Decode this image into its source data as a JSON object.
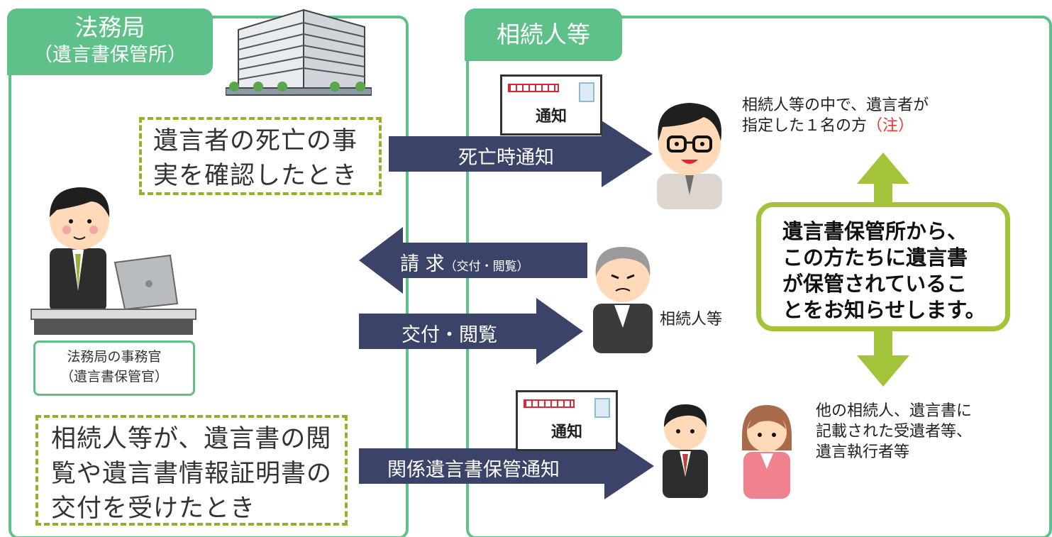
{
  "left_panel": {
    "title": "法務局",
    "subtitle": "（遺言書保管所）"
  },
  "right_panel": {
    "title": "相続人等"
  },
  "officer": {
    "caption_line1": "法務局の事務官",
    "caption_line2": "（遺言書保管官）"
  },
  "trigger_top": {
    "line1": "遺言者の死亡の事",
    "line2": "実を確認したとき"
  },
  "trigger_bottom": {
    "line1": "相続人等が、遺言書の閲",
    "line2": "覧や遺言書情報証明書の",
    "line3": "交付を受けたとき"
  },
  "arrows": {
    "death_notice": "死亡時通知",
    "request_main": "請 求",
    "request_sub": "（交付・閲覧）",
    "issue": "交付・閲覧",
    "related_notice": "関係遺言書保管通知"
  },
  "envelopes": {
    "top": "通知",
    "bottom": "通知"
  },
  "recipients": {
    "designated_line1": "相続人等の中で、遺言者が",
    "designated_line2": "指定した１名の方",
    "designated_note": "（注）",
    "middle": "相続人等",
    "others_line1": "他の相続人、遺言書に",
    "others_line2": "記載された受遺者等、",
    "others_line3": "遺言執行者等"
  },
  "callout": {
    "line1": "遺言書保管所から、",
    "line2": "この方たちに遺言書",
    "line3": "が保管されているこ",
    "line4": "とをお知らせします。"
  },
  "colors": {
    "panel_green": "#5ec18a",
    "arrow_navy": "#3b4468",
    "dash_olive": "#9aae2c",
    "callout_green": "#a3c33a",
    "note_red": "#e8382f"
  }
}
